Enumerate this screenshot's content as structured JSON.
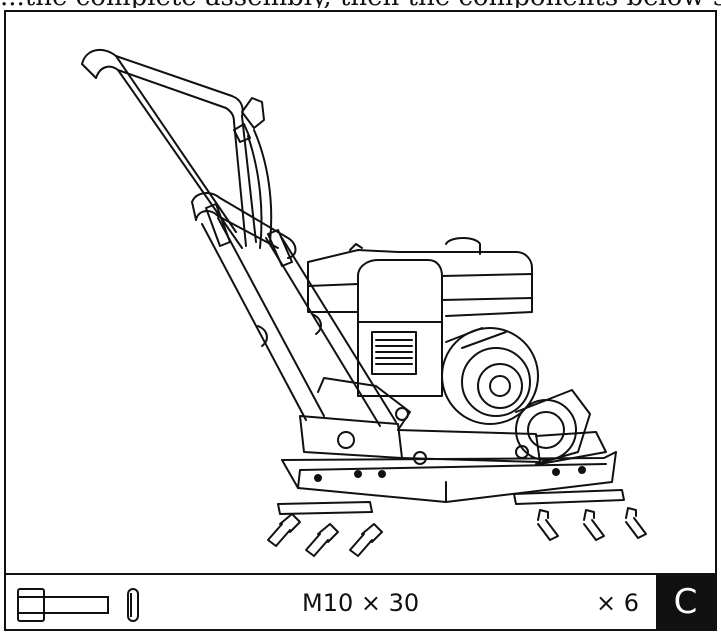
{
  "header": {
    "partial_text": "...the complete assembly, then the components below supply you"
  },
  "illustration": {
    "icon": "plate-compactor-exploded-view"
  },
  "parts": {
    "spec": "M10 × 30",
    "quantity": "× 6",
    "step_letter": "C",
    "icons": [
      "bolt-icon",
      "washer-icon"
    ]
  }
}
